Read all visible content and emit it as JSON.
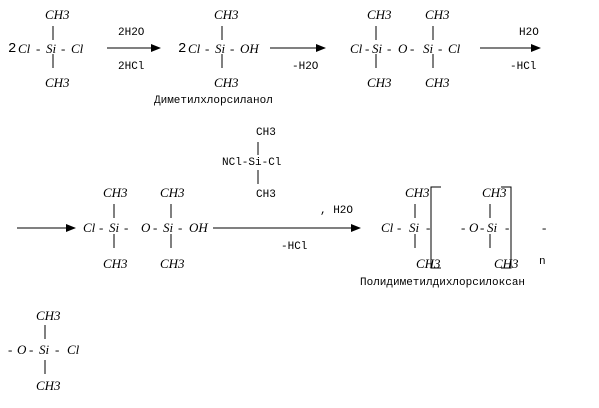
{
  "m": {
    "ch3": "CH3",
    "prefix2": "2",
    "cl": "Cl",
    "si": "Si",
    "o": "O",
    "oh": "OH",
    "nclsicl": "NCl-Si-Cl",
    "n": "n"
  },
  "labels": {
    "r1_top": "2H2O",
    "r1_bot": "2HCl",
    "r2_bot": "-H2O",
    "r3_top": "H2O",
    "r3_bot": "-HCl",
    "r4_top": ", H2O",
    "r4_bot": "-HCl"
  },
  "captions": {
    "silanol": "Диметилхлорсиланол",
    "polymer": "Полидиметилдихлорсилоксан"
  }
}
